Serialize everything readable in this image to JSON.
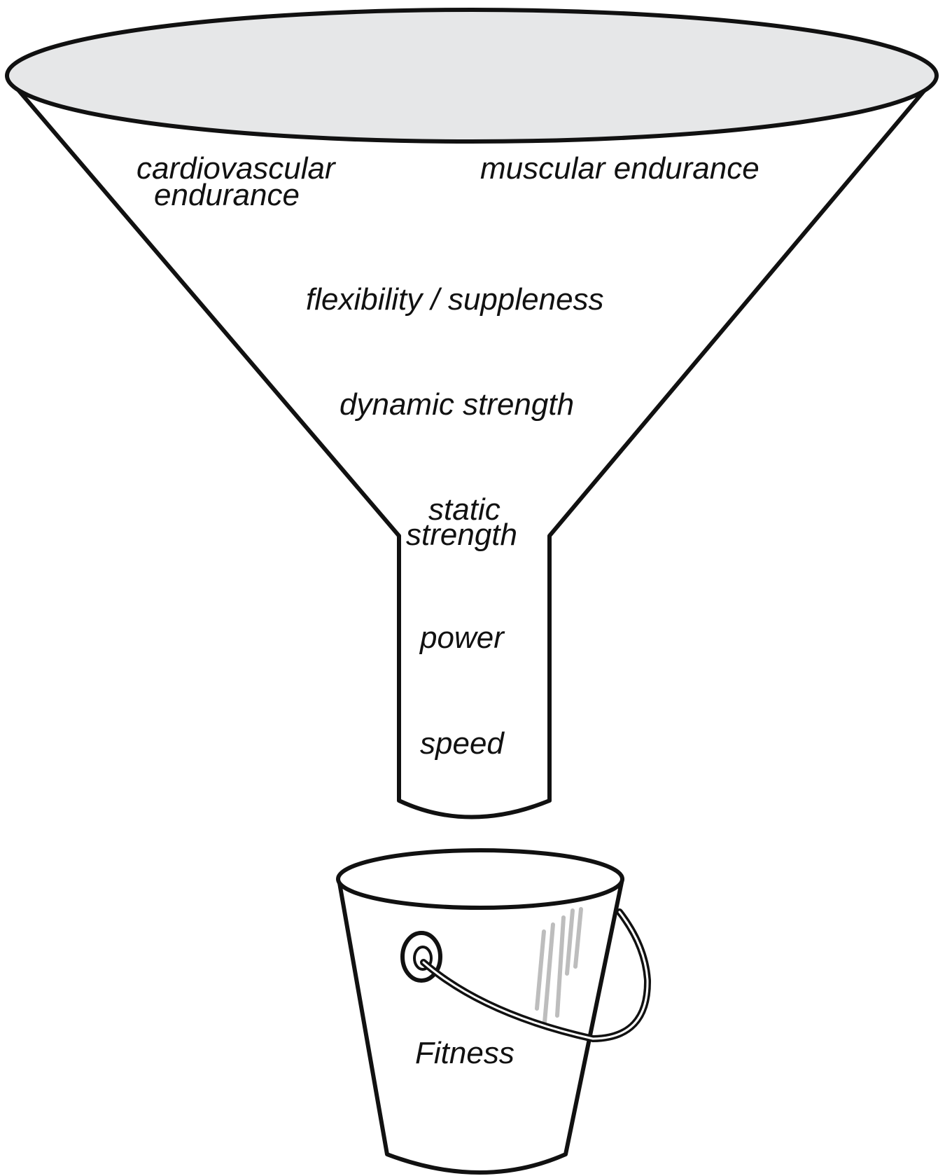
{
  "funnel": {
    "labels": {
      "cardiovascular": [
        "cardiovascular",
        "endurance"
      ],
      "muscular": "muscular endurance",
      "flexibility": "flexibility / suppleness",
      "dynamic": "dynamic strength",
      "static": [
        "static",
        "strength"
      ],
      "power": "power",
      "speed": "speed"
    },
    "colors": {
      "rim_fill": "#e6e7e8",
      "stroke": "#111111"
    }
  },
  "bucket": {
    "label": "Fitness",
    "colors": {
      "body_fill": "#ffffff",
      "highlight": "#bdbdbd"
    }
  }
}
